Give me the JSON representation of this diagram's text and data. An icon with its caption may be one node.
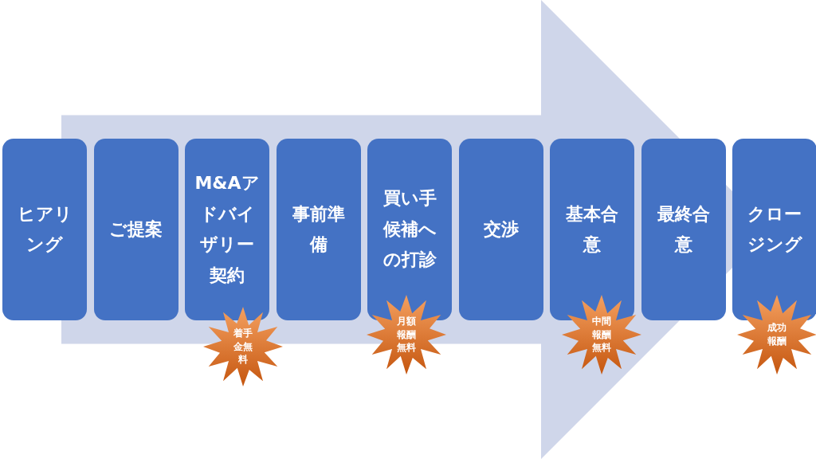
{
  "diagram": {
    "nodes": [
      {
        "text": [
          "ヒアリング"
        ]
      },
      {
        "text": [
          "ご提案"
        ]
      },
      {
        "text": [
          "M&Aアドバイザリー契約"
        ]
      },
      {
        "text": [
          "事前準備"
        ]
      },
      {
        "text": [
          "買い手候補への打診"
        ]
      },
      {
        "text": [
          "交渉"
        ]
      },
      {
        "text": [
          "基本合意"
        ]
      },
      {
        "text": [
          "最終合意"
        ]
      },
      {
        "text": [
          "クロージング"
        ]
      },
      {
        "text": [
          "着手金無料"
        ]
      },
      {
        "text": [
          "月額報酬無料"
        ]
      },
      {
        "text": [
          "中間報酬無料"
        ]
      },
      {
        "text": [
          "成功報酬"
        ]
      }
    ],
    "edges": [
      {
        "from": 0,
        "to": 8,
        "arrow": "to"
      }
    ]
  }
}
